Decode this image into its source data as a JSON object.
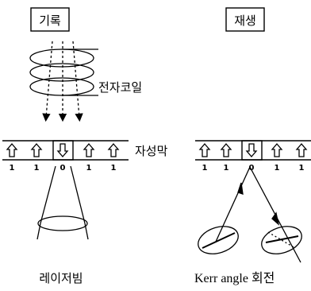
{
  "record": {
    "title": "기록",
    "coil_label": "전자코일",
    "laser_label": "레이저빔"
  },
  "playback": {
    "title": "재생",
    "rotation_label": "Kerr angle 회전"
  },
  "medium": {
    "label": "자성막",
    "left_bits": [
      "1",
      "1",
      "0",
      "1",
      "1"
    ],
    "right_bits": [
      "1",
      "1",
      "0",
      "1",
      "1"
    ]
  }
}
